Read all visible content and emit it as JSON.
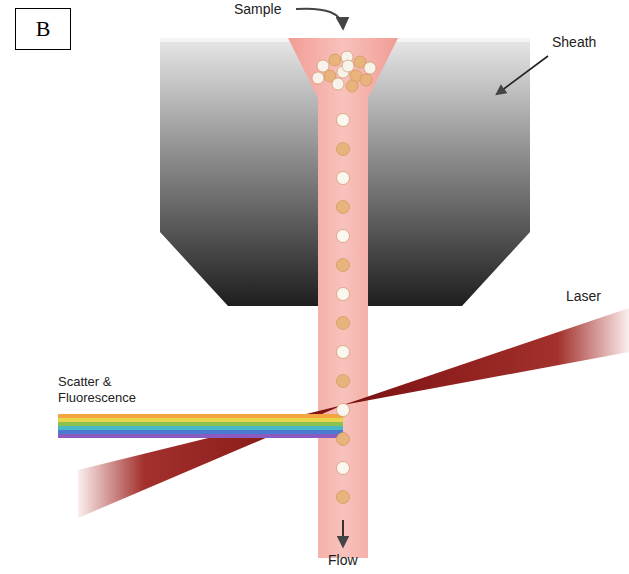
{
  "diagram": {
    "nodes": [
      {
        "text": [
          "B"
        ]
      }
    ],
    "labels": [
      "Sample",
      "Sheath",
      "Laser",
      "Scatter & Fluorescence",
      "Flow"
    ]
  }
}
